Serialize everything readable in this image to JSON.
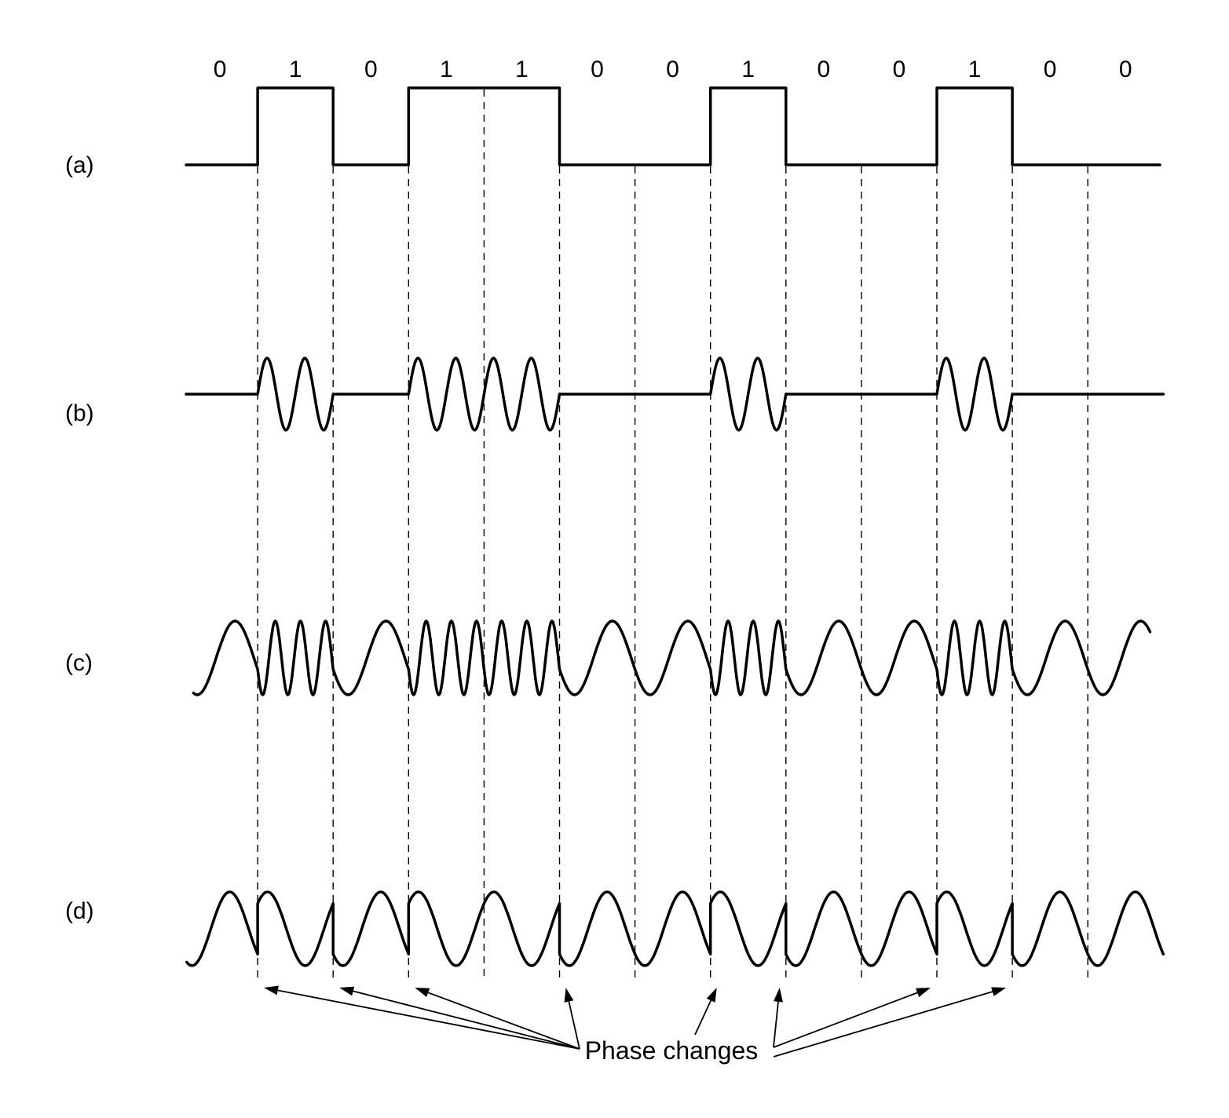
{
  "bits": [
    "0",
    "1",
    "0",
    "1",
    "1",
    "0",
    "0",
    "1",
    "0",
    "0",
    "1",
    "0",
    "0"
  ],
  "rows": [
    {
      "label": "(a)",
      "kind": "square"
    },
    {
      "label": "(b)",
      "kind": "ask"
    },
    {
      "label": "(c)",
      "kind": "fsk"
    },
    {
      "label": "(d)",
      "kind": "psk"
    }
  ],
  "caption": "Phase changes",
  "colors": {
    "ink": "#000000",
    "background": "#ffffff"
  }
}
